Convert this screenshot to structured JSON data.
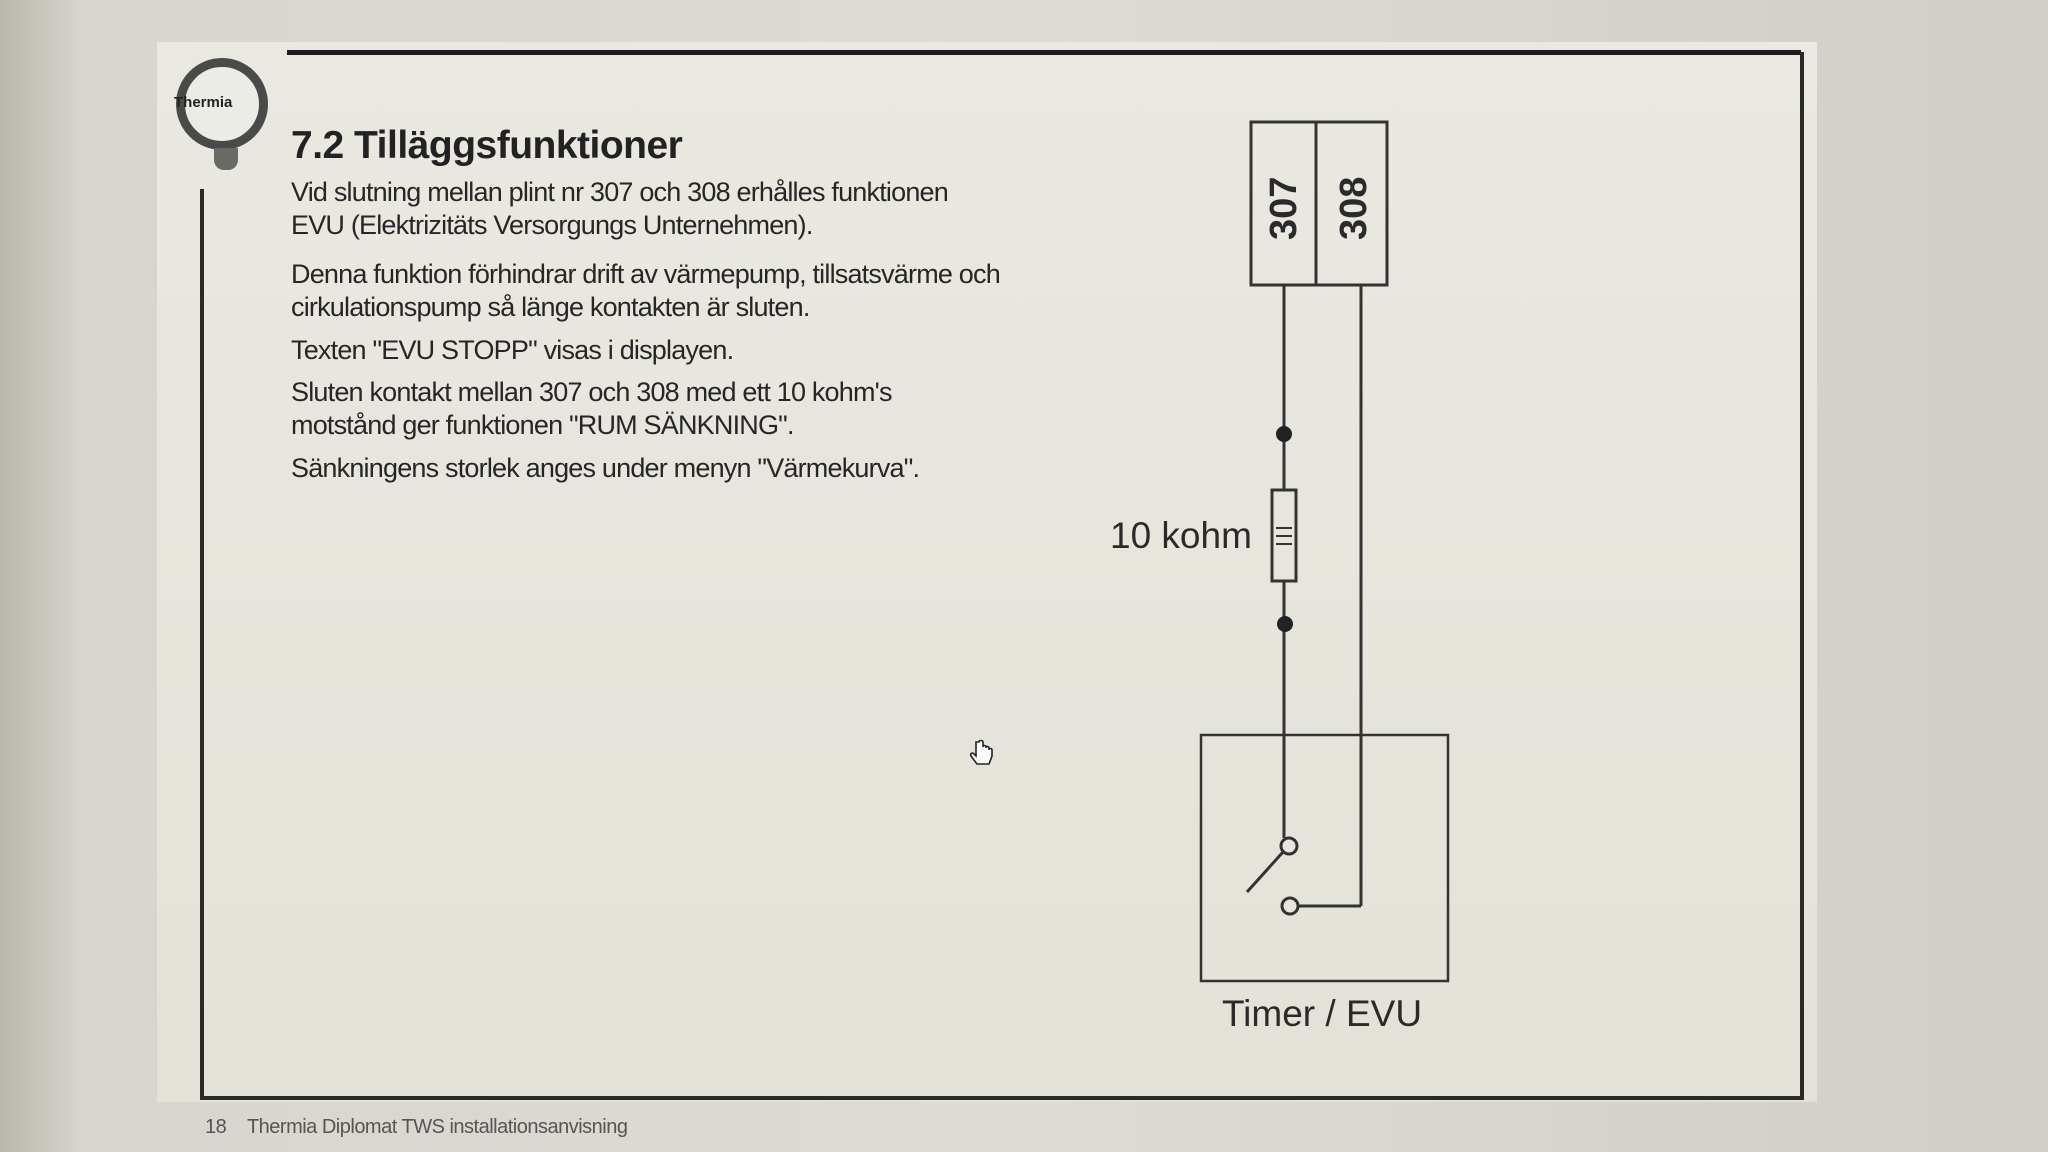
{
  "brand": {
    "logo_text": "Thermia"
  },
  "section": {
    "title": "7.2  Tilläggsfunktioner",
    "paragraphs": [
      [
        "Vid slutning mellan plint nr 307 och 308 erhålles funktionen",
        "EVU (Elektrizitäts Versorgungs Unternehmen)."
      ],
      [
        "Denna funktion förhindrar drift av värmepump, tillsatsvärme och",
        "cirkulationspump så länge kontakten är sluten."
      ],
      [
        "Texten \"EVU STOPP\" visas i displayen."
      ],
      [
        "Sluten kontakt mellan 307 och 308 med ett 10 kohm's",
        "motstånd ger funktionen \"RUM SÄNKNING\"."
      ],
      [
        "Sänkningens storlek anges under menyn \"Värmekurva\"."
      ]
    ]
  },
  "diagram": {
    "terminal_1": "307",
    "terminal_2": "308",
    "resistor_label": "10 kohm",
    "device_label": "Timer / EVU"
  },
  "footer": {
    "page_number": "18",
    "doc_title": "Thermia Diplomat TWS installationsanvisning"
  }
}
